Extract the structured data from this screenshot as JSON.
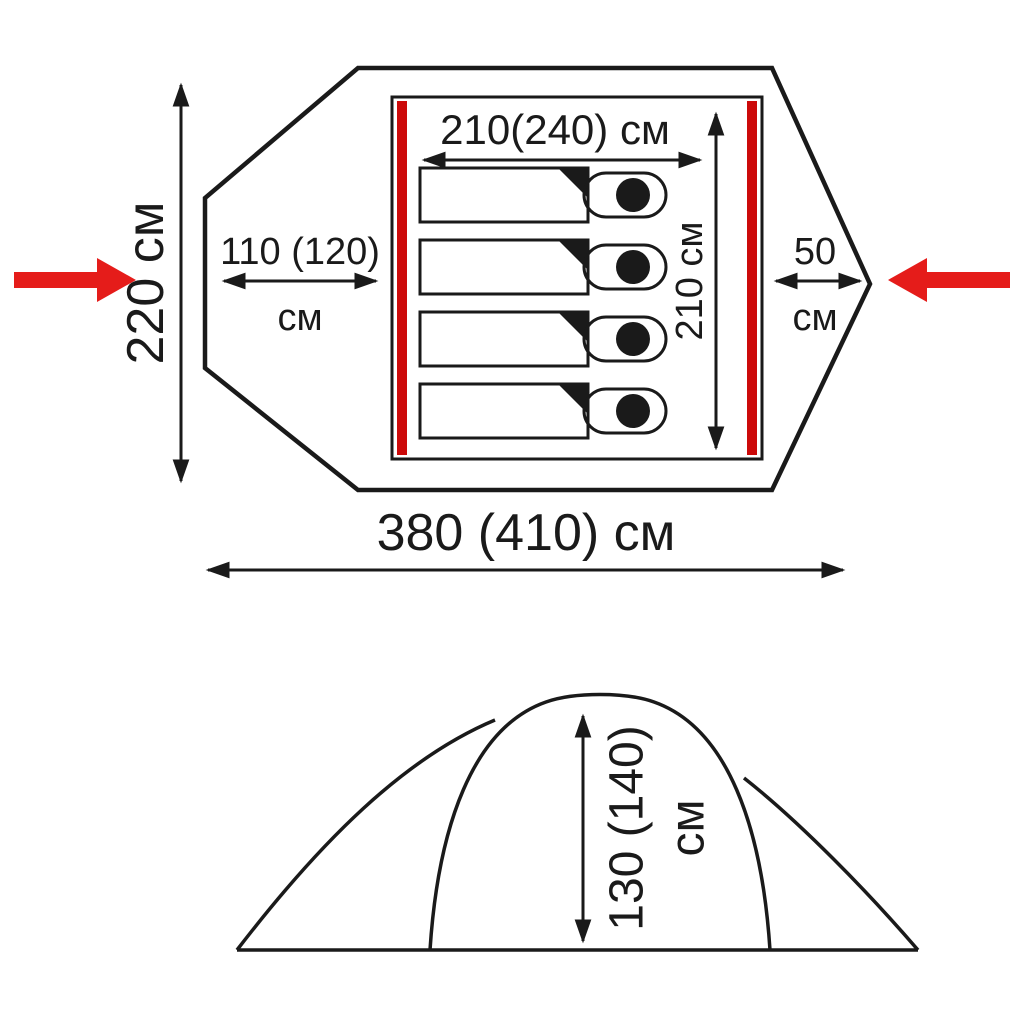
{
  "colors": {
    "line": "#1a1a1a",
    "inner_floor": "#b9b9b9",
    "pole_red": "#cc0a0a",
    "arrow_red": "#e51c1a",
    "background": "#ffffff"
  },
  "top_view": {
    "inner_width_label": "210(240) см",
    "inner_depth_label": "210 см",
    "left_vestibule": {
      "value": "110 (120)",
      "unit": "см"
    },
    "right_vestibule": {
      "value": "50",
      "unit": "см"
    },
    "overall_width_label": "220 см",
    "overall_length_label": "380 (410) см",
    "sleeping_places": 4
  },
  "side_view": {
    "height_value": "130 (140)",
    "height_unit": "см"
  },
  "icons": {
    "left_entrance": "red-arrow-pointing-right",
    "right_entrance": "red-arrow-pointing-left"
  }
}
